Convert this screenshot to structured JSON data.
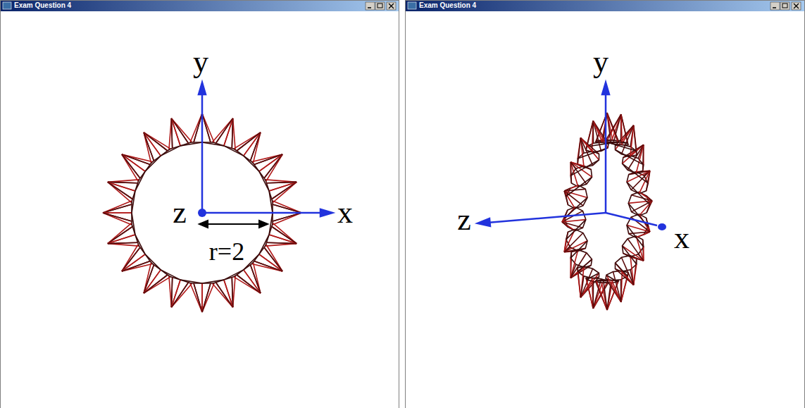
{
  "diagram": {
    "labels": [
      "Exam Question 4",
      "y",
      "z",
      "x",
      "r=2",
      "Exam Question 4",
      "y",
      "z",
      "x"
    ]
  }
}
